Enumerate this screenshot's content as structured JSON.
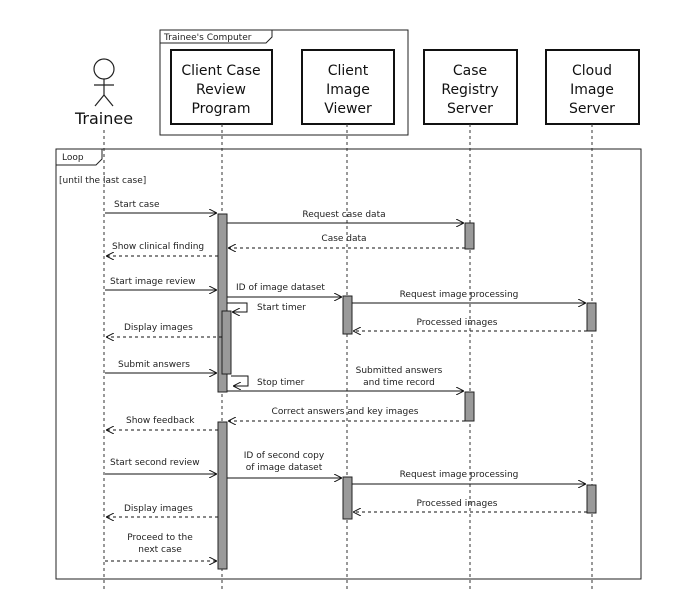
{
  "group": {
    "label": "Trainee's Computer"
  },
  "actor": {
    "label": "Trainee"
  },
  "participants": [
    {
      "id": "crp",
      "lines": [
        "Client Case",
        "Review",
        "Program"
      ]
    },
    {
      "id": "civ",
      "lines": [
        "Client",
        "Image",
        "Viewer"
      ]
    },
    {
      "id": "crs",
      "lines": [
        "Case",
        "Registry",
        "Server"
      ]
    },
    {
      "id": "cis",
      "lines": [
        "Cloud",
        "Image",
        "Server"
      ]
    }
  ],
  "loop": {
    "label": "Loop",
    "guard": "[until the last case]"
  },
  "messages": [
    {
      "lines": [
        "Start case"
      ]
    },
    {
      "lines": [
        "Request case data"
      ]
    },
    {
      "lines": [
        "Case data"
      ]
    },
    {
      "lines": [
        "Show clinical finding"
      ]
    },
    {
      "lines": [
        "Start image review"
      ]
    },
    {
      "lines": [
        "ID of image dataset"
      ]
    },
    {
      "lines": [
        "Start timer"
      ]
    },
    {
      "lines": [
        "Request image processing"
      ]
    },
    {
      "lines": [
        "Processed images"
      ]
    },
    {
      "lines": [
        "Display images"
      ]
    },
    {
      "lines": [
        "Submit answers"
      ]
    },
    {
      "lines": [
        "Stop timer"
      ]
    },
    {
      "lines": [
        "Submitted answers",
        "and time record"
      ]
    },
    {
      "lines": [
        "Correct answers and key images"
      ]
    },
    {
      "lines": [
        "Show feedback"
      ]
    },
    {
      "lines": [
        "Start second review"
      ]
    },
    {
      "lines": [
        "ID of second copy",
        "of image dataset"
      ]
    },
    {
      "lines": [
        "Request image processing"
      ]
    },
    {
      "lines": [
        "Processed images"
      ]
    },
    {
      "lines": [
        "Display images"
      ]
    },
    {
      "lines": [
        "Proceed to the",
        "next case"
      ]
    }
  ]
}
